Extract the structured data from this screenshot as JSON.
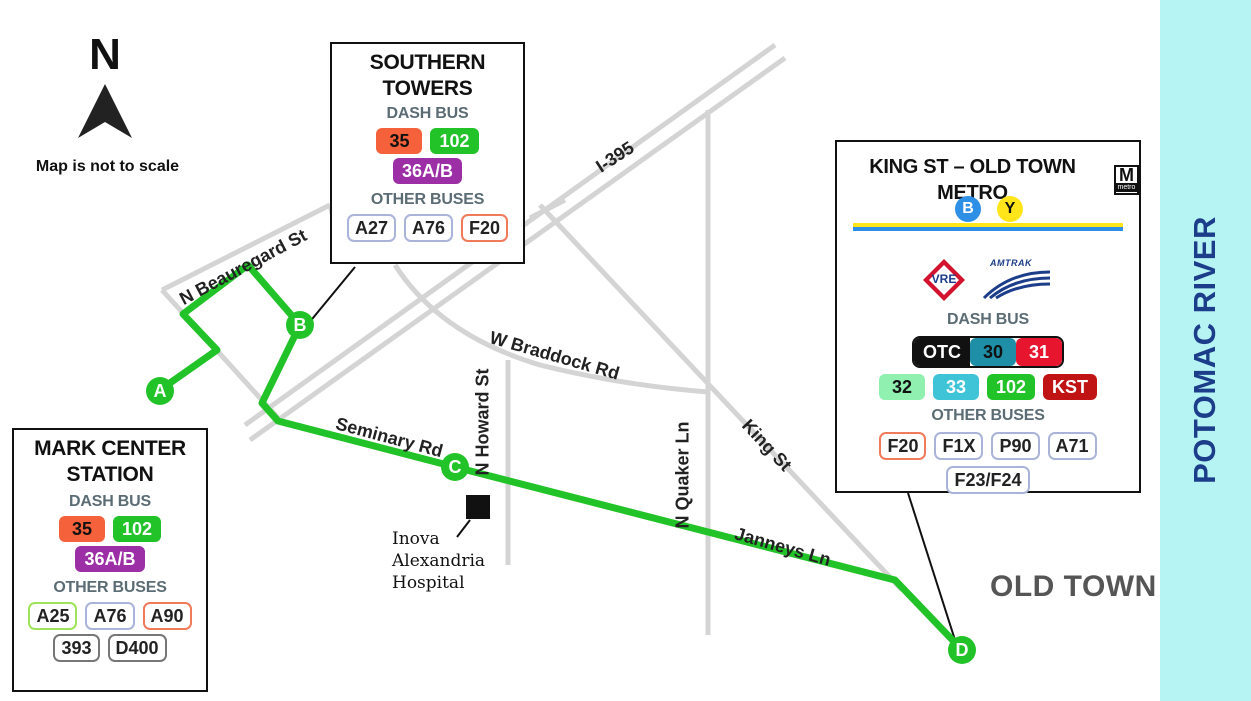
{
  "north_arrow": {
    "letter": "N",
    "note": "Map is not to scale"
  },
  "river": {
    "label": "POTOMAC RIVER",
    "color": "#b6f3f3",
    "text_color": "#1c3d8a"
  },
  "area_label": "OLD TOWN",
  "streets": {
    "beauregard": "N Beauregard St",
    "i395": "I-395",
    "braddock": "W Braddock Rd",
    "seminary": "Seminary Rd",
    "howard": "N Howard St",
    "quaker": "N Quaker Ln",
    "king": "King St",
    "janneys": "Janneys Ln"
  },
  "hospital": {
    "line1": "Inova",
    "line2": "Alexandria",
    "line3": "Hospital"
  },
  "stops": {
    "a": "A",
    "b": "B",
    "c": "C",
    "d": "D"
  },
  "colors": {
    "route": "#22c328",
    "street": "#d4d4d4",
    "dash_35": "#f5613b",
    "dash_102": "#22c328",
    "dash_36": "#9c2fa6",
    "dash_otc": "#111111",
    "dash_30": "#1e8fa6",
    "dash_31": "#e8152e",
    "dash_32": "#8ff0b0",
    "dash_33": "#3ec4d6",
    "dash_kst": "#c01414",
    "metro_blue": "#2e8fe6",
    "metro_yellow": "#ffe51a"
  },
  "southern_towers": {
    "title_line1": "SOUTHERN",
    "title_line2": "TOWERS",
    "dash_label": "DASH BUS",
    "dash": [
      "35",
      "102",
      "36A/B"
    ],
    "other_label": "OTHER BUSES",
    "other": [
      "A27",
      "A76",
      "F20"
    ]
  },
  "mark_center": {
    "title_line1": "MARK CENTER",
    "title_line2": "STATION",
    "dash_label": "DASH BUS",
    "dash": [
      "35",
      "102",
      "36A/B"
    ],
    "other_label": "OTHER BUSES",
    "other": [
      "A25",
      "A76",
      "A90",
      "393",
      "D400"
    ]
  },
  "king_st": {
    "title": "KING ST – OLD TOWN METRO",
    "metro_logo": "M",
    "metro_logo_sub": "metro",
    "lines": [
      "B",
      "Y"
    ],
    "vre": "VRE",
    "amtrak": "AMTRAK",
    "dash_label": "DASH BUS",
    "dash_row1": [
      "OTC",
      "30",
      "31"
    ],
    "dash_row2": [
      "32",
      "33",
      "102",
      "KST"
    ],
    "other_label": "OTHER BUSES",
    "other": [
      "F20",
      "F1X",
      "P90",
      "A71",
      "F23/F24"
    ]
  }
}
